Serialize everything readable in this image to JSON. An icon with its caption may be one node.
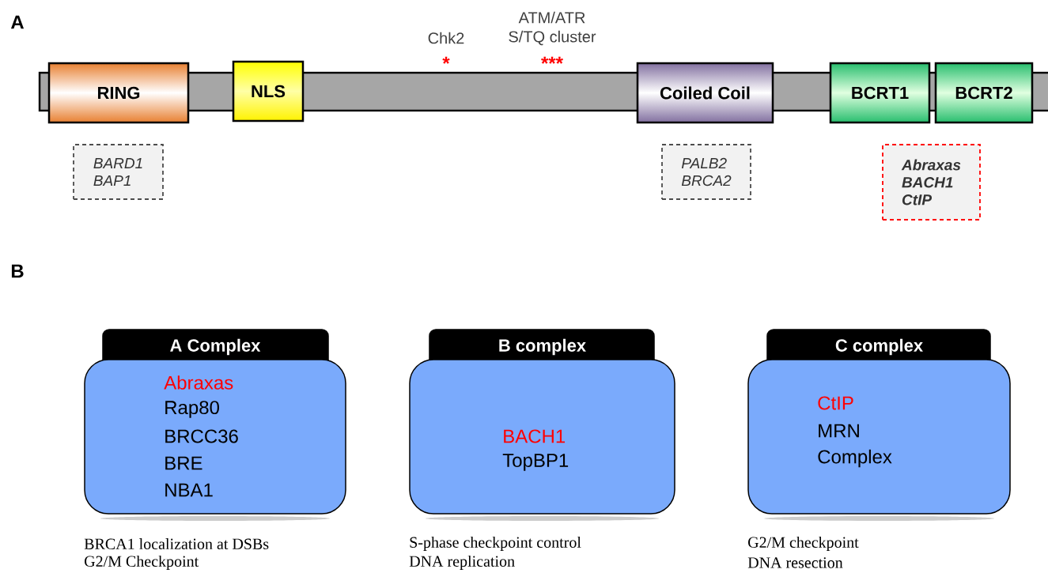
{
  "diagram": {
    "nodes": [
      {
        "text": [
          "RING"
        ]
      },
      {
        "text": [
          "NLS"
        ]
      },
      {
        "text": [
          "Coiled Coil"
        ]
      },
      {
        "text": [
          "BCRT1"
        ]
      },
      {
        "text": [
          "BCRT2"
        ]
      },
      {
        "text": [
          "BARD1",
          "BAP1"
        ]
      },
      {
        "text": [
          "PALB2",
          "BRCA2"
        ]
      },
      {
        "text": [
          "Abraxas",
          "BACH1",
          "CtIP"
        ]
      },
      {
        "text": [
          "A Complex",
          "Abraxas",
          "Rap80",
          "BRCC36",
          "BRE",
          "NBA1"
        ],
        "beside": [
          "BRCA1 localization at DSBs",
          "G2/M Checkpoint"
        ]
      },
      {
        "text": [
          "B complex",
          "BACH1",
          "TopBP1"
        ],
        "beside": [
          "S-phase checkpoint control",
          "DNA replication"
        ]
      },
      {
        "text": [
          "C complex",
          "CtIP",
          "MRN",
          "Complex"
        ],
        "beside": [
          "G2/M checkpoint",
          "DNA resection"
        ]
      }
    ],
    "labels": [
      "A",
      "Chk2",
      "ATM/ATR",
      "S/TQ cluster",
      "*",
      "***",
      "B"
    ]
  }
}
